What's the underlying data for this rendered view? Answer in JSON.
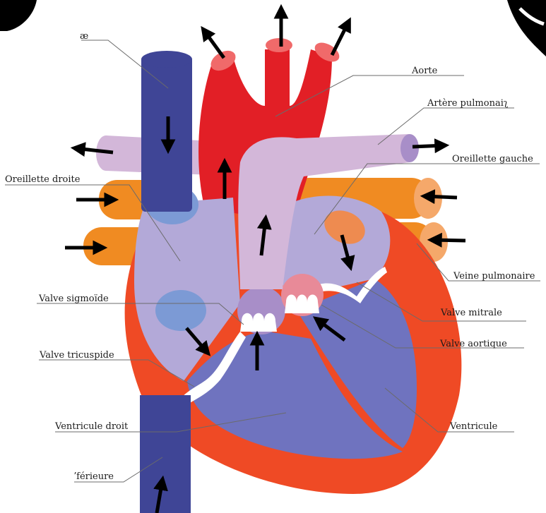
{
  "labels": {
    "top_left_fragment": "æ",
    "aorte": "Aorte",
    "artere_pulmonaire": "Artère pulmonaiʅ",
    "oreillette_droite": "Oreillette droite",
    "oreillette_gauche": "Oreillette gauche",
    "veine_pulmonaire": "Veine pulmonaire",
    "valve_sigmoide": "Valve sigmoïde",
    "valve_mitrale": "Valve mitrale",
    "valve_aortique": "Valve aortique",
    "valve_tricuspide": "Valve tricuspide",
    "ventricule_droit": "Ventricule droit",
    "ventricule_gauche": "Ventricule",
    "veine_cave_inferieure": "ʼférieure"
  },
  "colors": {
    "vena_cava": "#3f4596",
    "aorta": "#e21f26",
    "pulmonary_artery": "#d3b7d9",
    "pulmonary_vein": "#f08b22",
    "myocardium": "#ef4a25",
    "atrium": "#b3a9d8",
    "ventricle": "#6f73bf",
    "valve_tissue": "#ffffff",
    "arrow": "#000000"
  }
}
